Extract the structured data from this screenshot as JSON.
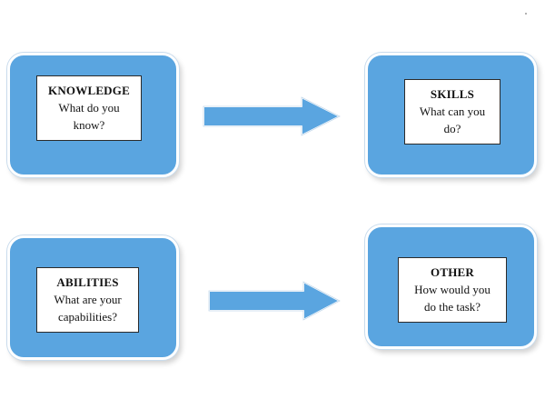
{
  "boxes": {
    "knowledge": {
      "title": "KNOWLEDGE",
      "line1": "What do you",
      "line2": "know?"
    },
    "skills": {
      "title": "SKILLS",
      "line1": "What can you",
      "line2": "do?"
    },
    "abilities": {
      "title": "ABILITIES",
      "line1": "What are your",
      "line2": "capabilities?"
    },
    "other": {
      "title": "OTHER",
      "line1": "How would you",
      "line2": "do the task?"
    }
  },
  "colors": {
    "box_fill": "#5aa5e0",
    "arrow_fill": "#5aa5e0"
  }
}
